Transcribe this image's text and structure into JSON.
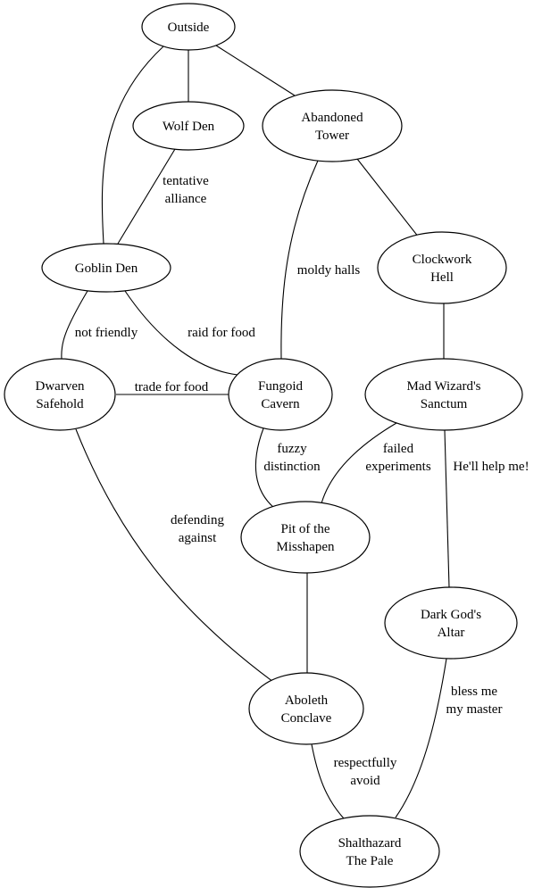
{
  "diagram": {
    "type": "undirected-graph",
    "nodes": [
      {
        "id": "outside",
        "lines": [
          "Outside"
        ]
      },
      {
        "id": "wolf_den",
        "lines": [
          "Wolf Den"
        ]
      },
      {
        "id": "abandoned_tower",
        "lines": [
          "Abandoned",
          "Tower"
        ]
      },
      {
        "id": "goblin_den",
        "lines": [
          "Goblin Den"
        ]
      },
      {
        "id": "clockwork_hell",
        "lines": [
          "Clockwork",
          "Hell"
        ]
      },
      {
        "id": "dwarven_safehold",
        "lines": [
          "Dwarven",
          "Safehold"
        ]
      },
      {
        "id": "fungoid_cavern",
        "lines": [
          "Fungoid",
          "Cavern"
        ]
      },
      {
        "id": "mad_wizards_sanctum",
        "lines": [
          "Mad Wizard's",
          "Sanctum"
        ]
      },
      {
        "id": "pit_of_the_misshapen",
        "lines": [
          "Pit of the",
          "Misshapen"
        ]
      },
      {
        "id": "dark_gods_altar",
        "lines": [
          "Dark God's",
          "Altar"
        ]
      },
      {
        "id": "aboleth_conclave",
        "lines": [
          "Aboleth",
          "Conclave"
        ]
      },
      {
        "id": "shalthazard_the_pale",
        "lines": [
          "Shalthazard",
          "The Pale"
        ]
      }
    ],
    "edges": [
      {
        "from": "outside",
        "to": "wolf_den",
        "label": []
      },
      {
        "from": "outside",
        "to": "abandoned_tower",
        "label": []
      },
      {
        "from": "outside",
        "to": "goblin_den",
        "label": []
      },
      {
        "from": "wolf_den",
        "to": "goblin_den",
        "label": [
          "tentative",
          "alliance"
        ]
      },
      {
        "from": "abandoned_tower",
        "to": "fungoid_cavern",
        "label": [
          "moldy halls"
        ]
      },
      {
        "from": "abandoned_tower",
        "to": "clockwork_hell",
        "label": []
      },
      {
        "from": "goblin_den",
        "to": "dwarven_safehold",
        "label": [
          "not friendly"
        ]
      },
      {
        "from": "goblin_den",
        "to": "fungoid_cavern",
        "label": [
          "raid for food"
        ]
      },
      {
        "from": "dwarven_safehold",
        "to": "fungoid_cavern",
        "label": [
          "trade for food"
        ]
      },
      {
        "from": "clockwork_hell",
        "to": "mad_wizards_sanctum",
        "label": []
      },
      {
        "from": "fungoid_cavern",
        "to": "pit_of_the_misshapen",
        "label": [
          "fuzzy",
          "distinction"
        ]
      },
      {
        "from": "mad_wizards_sanctum",
        "to": "pit_of_the_misshapen",
        "label": [
          "failed",
          "experiments"
        ]
      },
      {
        "from": "mad_wizards_sanctum",
        "to": "dark_gods_altar",
        "label": [
          "He'll help me!"
        ]
      },
      {
        "from": "dwarven_safehold",
        "to": "aboleth_conclave",
        "label": [
          "defending",
          "against"
        ]
      },
      {
        "from": "pit_of_the_misshapen",
        "to": "aboleth_conclave",
        "label": []
      },
      {
        "from": "aboleth_conclave",
        "to": "shalthazard_the_pale",
        "label": [
          "respectfully",
          "avoid"
        ]
      },
      {
        "from": "dark_gods_altar",
        "to": "shalthazard_the_pale",
        "label": [
          "bless me",
          "my master"
        ]
      }
    ]
  }
}
